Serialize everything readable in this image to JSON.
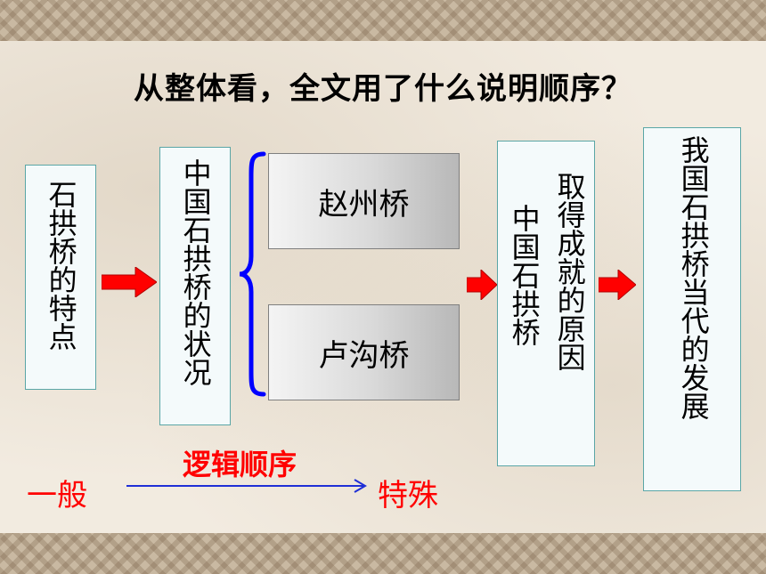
{
  "title": "从整体看，全文用了什么说明顺序？",
  "boxes": {
    "features": "石拱桥的特点",
    "status": "中国石拱桥的状况",
    "zhaozhou": "赵州桥",
    "lugou": "卢沟桥",
    "reason_col1": "取得成就的原因",
    "reason_col2": "中国石拱桥",
    "development": "我国石拱桥当代的发展"
  },
  "logic": {
    "label": "逻辑顺序",
    "from": "一般",
    "to": "特殊"
  },
  "colors": {
    "arrow_red": "#ff0000",
    "logic_text": "#ff0000",
    "brace_blue": "#0000ff",
    "line_blue": "#1f2fd6"
  }
}
